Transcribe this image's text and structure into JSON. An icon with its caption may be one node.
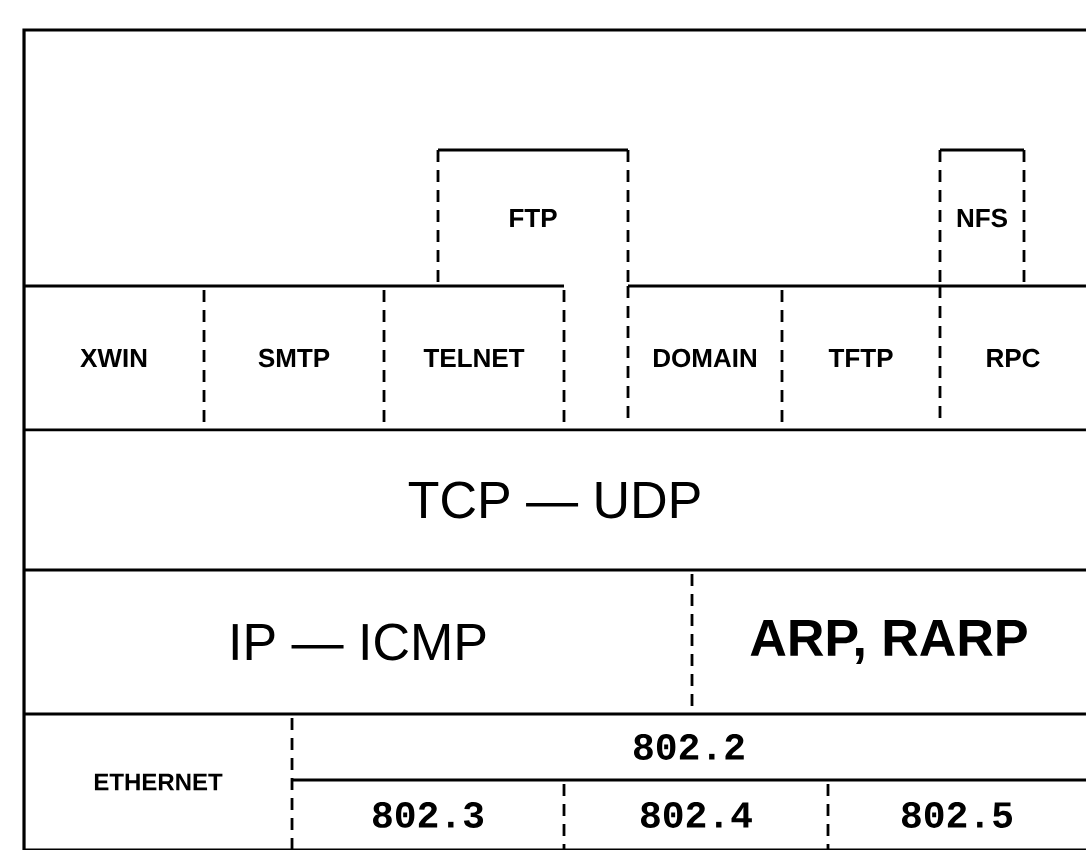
{
  "diagram": {
    "nodes": [
      {
        "text": [
          "FTP"
        ]
      },
      {
        "text": [
          "NFS"
        ]
      },
      {
        "text": [
          "XWIN"
        ]
      },
      {
        "text": [
          "SMTP"
        ]
      },
      {
        "text": [
          "TELNET"
        ]
      },
      {
        "text": [
          "DOMAIN"
        ]
      },
      {
        "text": [
          "TFTP"
        ]
      },
      {
        "text": [
          "RPC"
        ]
      },
      {
        "text": [
          "TCP — UDP"
        ]
      },
      {
        "text": [
          "IP — ICMP"
        ]
      },
      {
        "text": [
          "ARP, RARP"
        ]
      },
      {
        "text": [
          "ETHERNET"
        ]
      },
      {
        "text": [
          "802.2"
        ]
      },
      {
        "text": [
          "802.3"
        ]
      },
      {
        "text": [
          "802.4"
        ]
      },
      {
        "text": [
          "802.5"
        ]
      }
    ]
  }
}
